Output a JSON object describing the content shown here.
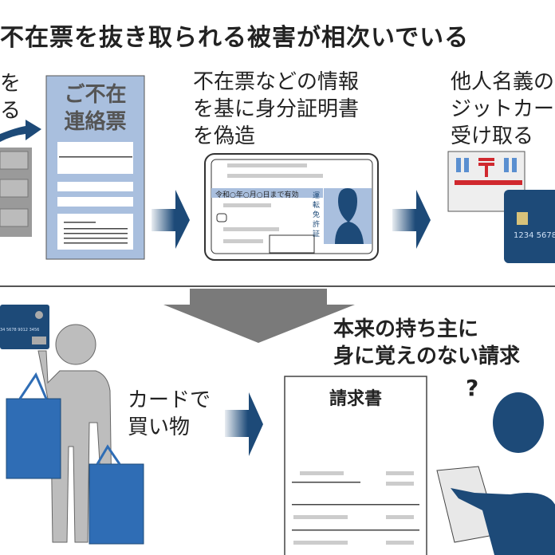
{
  "title": "不在票を抜き取られる被害が相次いでいる",
  "step1": {
    "lines": [
      "を",
      "る"
    ]
  },
  "notice": {
    "heading_lines": [
      "ご不在",
      "連絡票"
    ]
  },
  "step2": {
    "lines": [
      "不在票などの情報",
      "を基に身分証明書",
      "を偽造"
    ]
  },
  "license": {
    "validity": "令和○年○月○日まで有効",
    "label": "運転免許証"
  },
  "step3": {
    "lines": [
      "他人名義の",
      "ジットカー",
      "受け取る"
    ]
  },
  "credit_card": {
    "number": "1234 5678"
  },
  "shopper_card": {
    "number": "34 5678 9012 3456"
  },
  "step4": {
    "lines": [
      "カードで",
      "買い物"
    ]
  },
  "step5": {
    "lines": [
      "本来の持ち主に",
      "身に覚えのない請求"
    ]
  },
  "invoice": {
    "heading": "請求書"
  },
  "question_mark": "?",
  "colors": {
    "navy": "#1d4a78",
    "light_blue": "#a9bfde",
    "bag_blue": "#2f6db5",
    "gray": "#bdbdbd",
    "red": "#d0282e"
  }
}
